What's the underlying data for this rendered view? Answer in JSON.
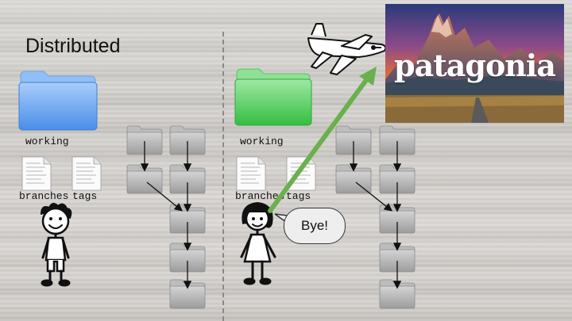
{
  "slide": {
    "title": "Distributed"
  },
  "left": {
    "folder_label": "working",
    "doc1_label": "branches",
    "doc2_label": "tags"
  },
  "right": {
    "folder_label": "working",
    "doc1_label": "branches",
    "doc2_label": "tags",
    "speech": "Bye!"
  },
  "photo": {
    "brand": "patagonia"
  },
  "colors": {
    "left_folder": "#5b9cf0",
    "right_folder": "#3ec94a",
    "arrow": "#6ab04c",
    "repo_folder": "#a9a9a9"
  }
}
